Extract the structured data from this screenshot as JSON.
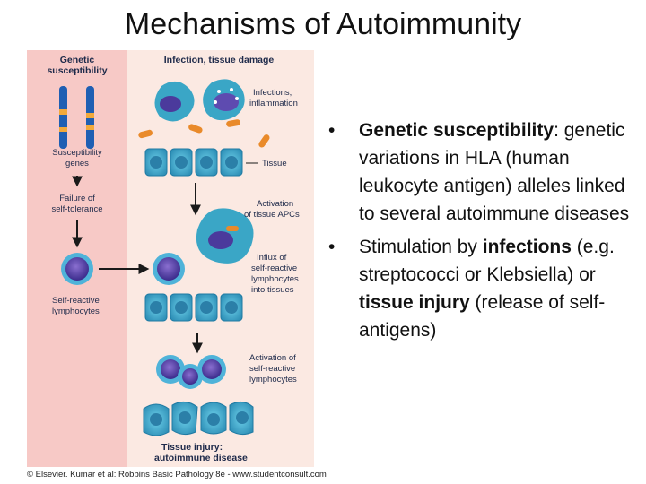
{
  "title": "Mechanisms of Autoimmunity",
  "figure": {
    "labels": {
      "genetic_susceptibility_1": "Genetic",
      "genetic_susceptibility_2": "susceptibility",
      "infection_tissue_damage": "Infection, tissue damage",
      "infections_1": "Infections,",
      "infections_2": "inflammation",
      "susceptibility_genes_1": "Susceptibility",
      "susceptibility_genes_2": "genes",
      "tissue": "Tissue",
      "failure_1": "Failure of",
      "failure_2": "self-tolerance",
      "activation_apcs_1": "Activation",
      "activation_apcs_2": "of tissue APCs",
      "influx_1": "Influx of",
      "influx_2": "self-reactive",
      "influx_3": "lymphocytes",
      "influx_4": "into tissues",
      "self_reactive_1": "Self-reactive",
      "self_reactive_2": "lymphocytes",
      "activation_self_1": "Activation of",
      "activation_self_2": "self-reactive",
      "activation_self_3": "lymphocytes",
      "tissue_injury_1": "Tissue injury:",
      "tissue_injury_2": "autoimmune disease"
    },
    "colors": {
      "left_panel": "#f7c9c6",
      "right_panel": "#fbe9e2",
      "tissue_cell": "#3aa6c6",
      "lymphocyte": "#3b4aa8",
      "bacteria": "#e98a2a"
    }
  },
  "caption": "© Elsevier. Kumar et al: Robbins Basic Pathology 8e - www.studentconsult.com",
  "bullets": [
    {
      "dot": "•",
      "bold1": "Genetic susceptibility",
      "text1": ": genetic variations in HLA (human leukocyte antigen) alleles linked to several autoimmune diseases"
    },
    {
      "dot": "•",
      "text0": "Stimulation by ",
      "bold1": "infections",
      "text1": " (e.g. streptococci or Klebsiella) or ",
      "bold2": "tissue injury",
      "text2": " (release of self-antigens)"
    }
  ]
}
